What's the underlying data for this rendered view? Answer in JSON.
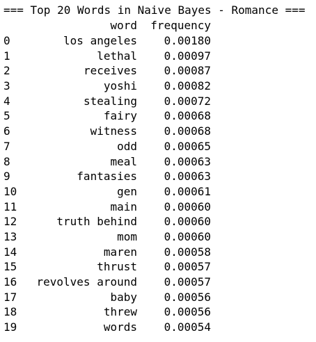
{
  "output": {
    "title": "=== Top 20 Words in Naive Bayes - Romance ===",
    "columns": {
      "word": "word",
      "frequency": "frequency"
    },
    "rows": [
      {
        "index": "0",
        "word": "los angeles",
        "frequency": "0.00180"
      },
      {
        "index": "1",
        "word": "lethal",
        "frequency": "0.00097"
      },
      {
        "index": "2",
        "word": "receives",
        "frequency": "0.00087"
      },
      {
        "index": "3",
        "word": "yoshi",
        "frequency": "0.00082"
      },
      {
        "index": "4",
        "word": "stealing",
        "frequency": "0.00072"
      },
      {
        "index": "5",
        "word": "fairy",
        "frequency": "0.00068"
      },
      {
        "index": "6",
        "word": "witness",
        "frequency": "0.00068"
      },
      {
        "index": "7",
        "word": "odd",
        "frequency": "0.00065"
      },
      {
        "index": "8",
        "word": "meal",
        "frequency": "0.00063"
      },
      {
        "index": "9",
        "word": "fantasies",
        "frequency": "0.00063"
      },
      {
        "index": "10",
        "word": "gen",
        "frequency": "0.00061"
      },
      {
        "index": "11",
        "word": "main",
        "frequency": "0.00060"
      },
      {
        "index": "12",
        "word": "truth behind",
        "frequency": "0.00060"
      },
      {
        "index": "13",
        "word": "mom",
        "frequency": "0.00060"
      },
      {
        "index": "14",
        "word": "maren",
        "frequency": "0.00058"
      },
      {
        "index": "15",
        "word": "thrust",
        "frequency": "0.00057"
      },
      {
        "index": "16",
        "word": "revolves around",
        "frequency": "0.00057"
      },
      {
        "index": "17",
        "word": "baby",
        "frequency": "0.00056"
      },
      {
        "index": "18",
        "word": "threw",
        "frequency": "0.00056"
      },
      {
        "index": "19",
        "word": "words",
        "frequency": "0.00054"
      }
    ]
  }
}
